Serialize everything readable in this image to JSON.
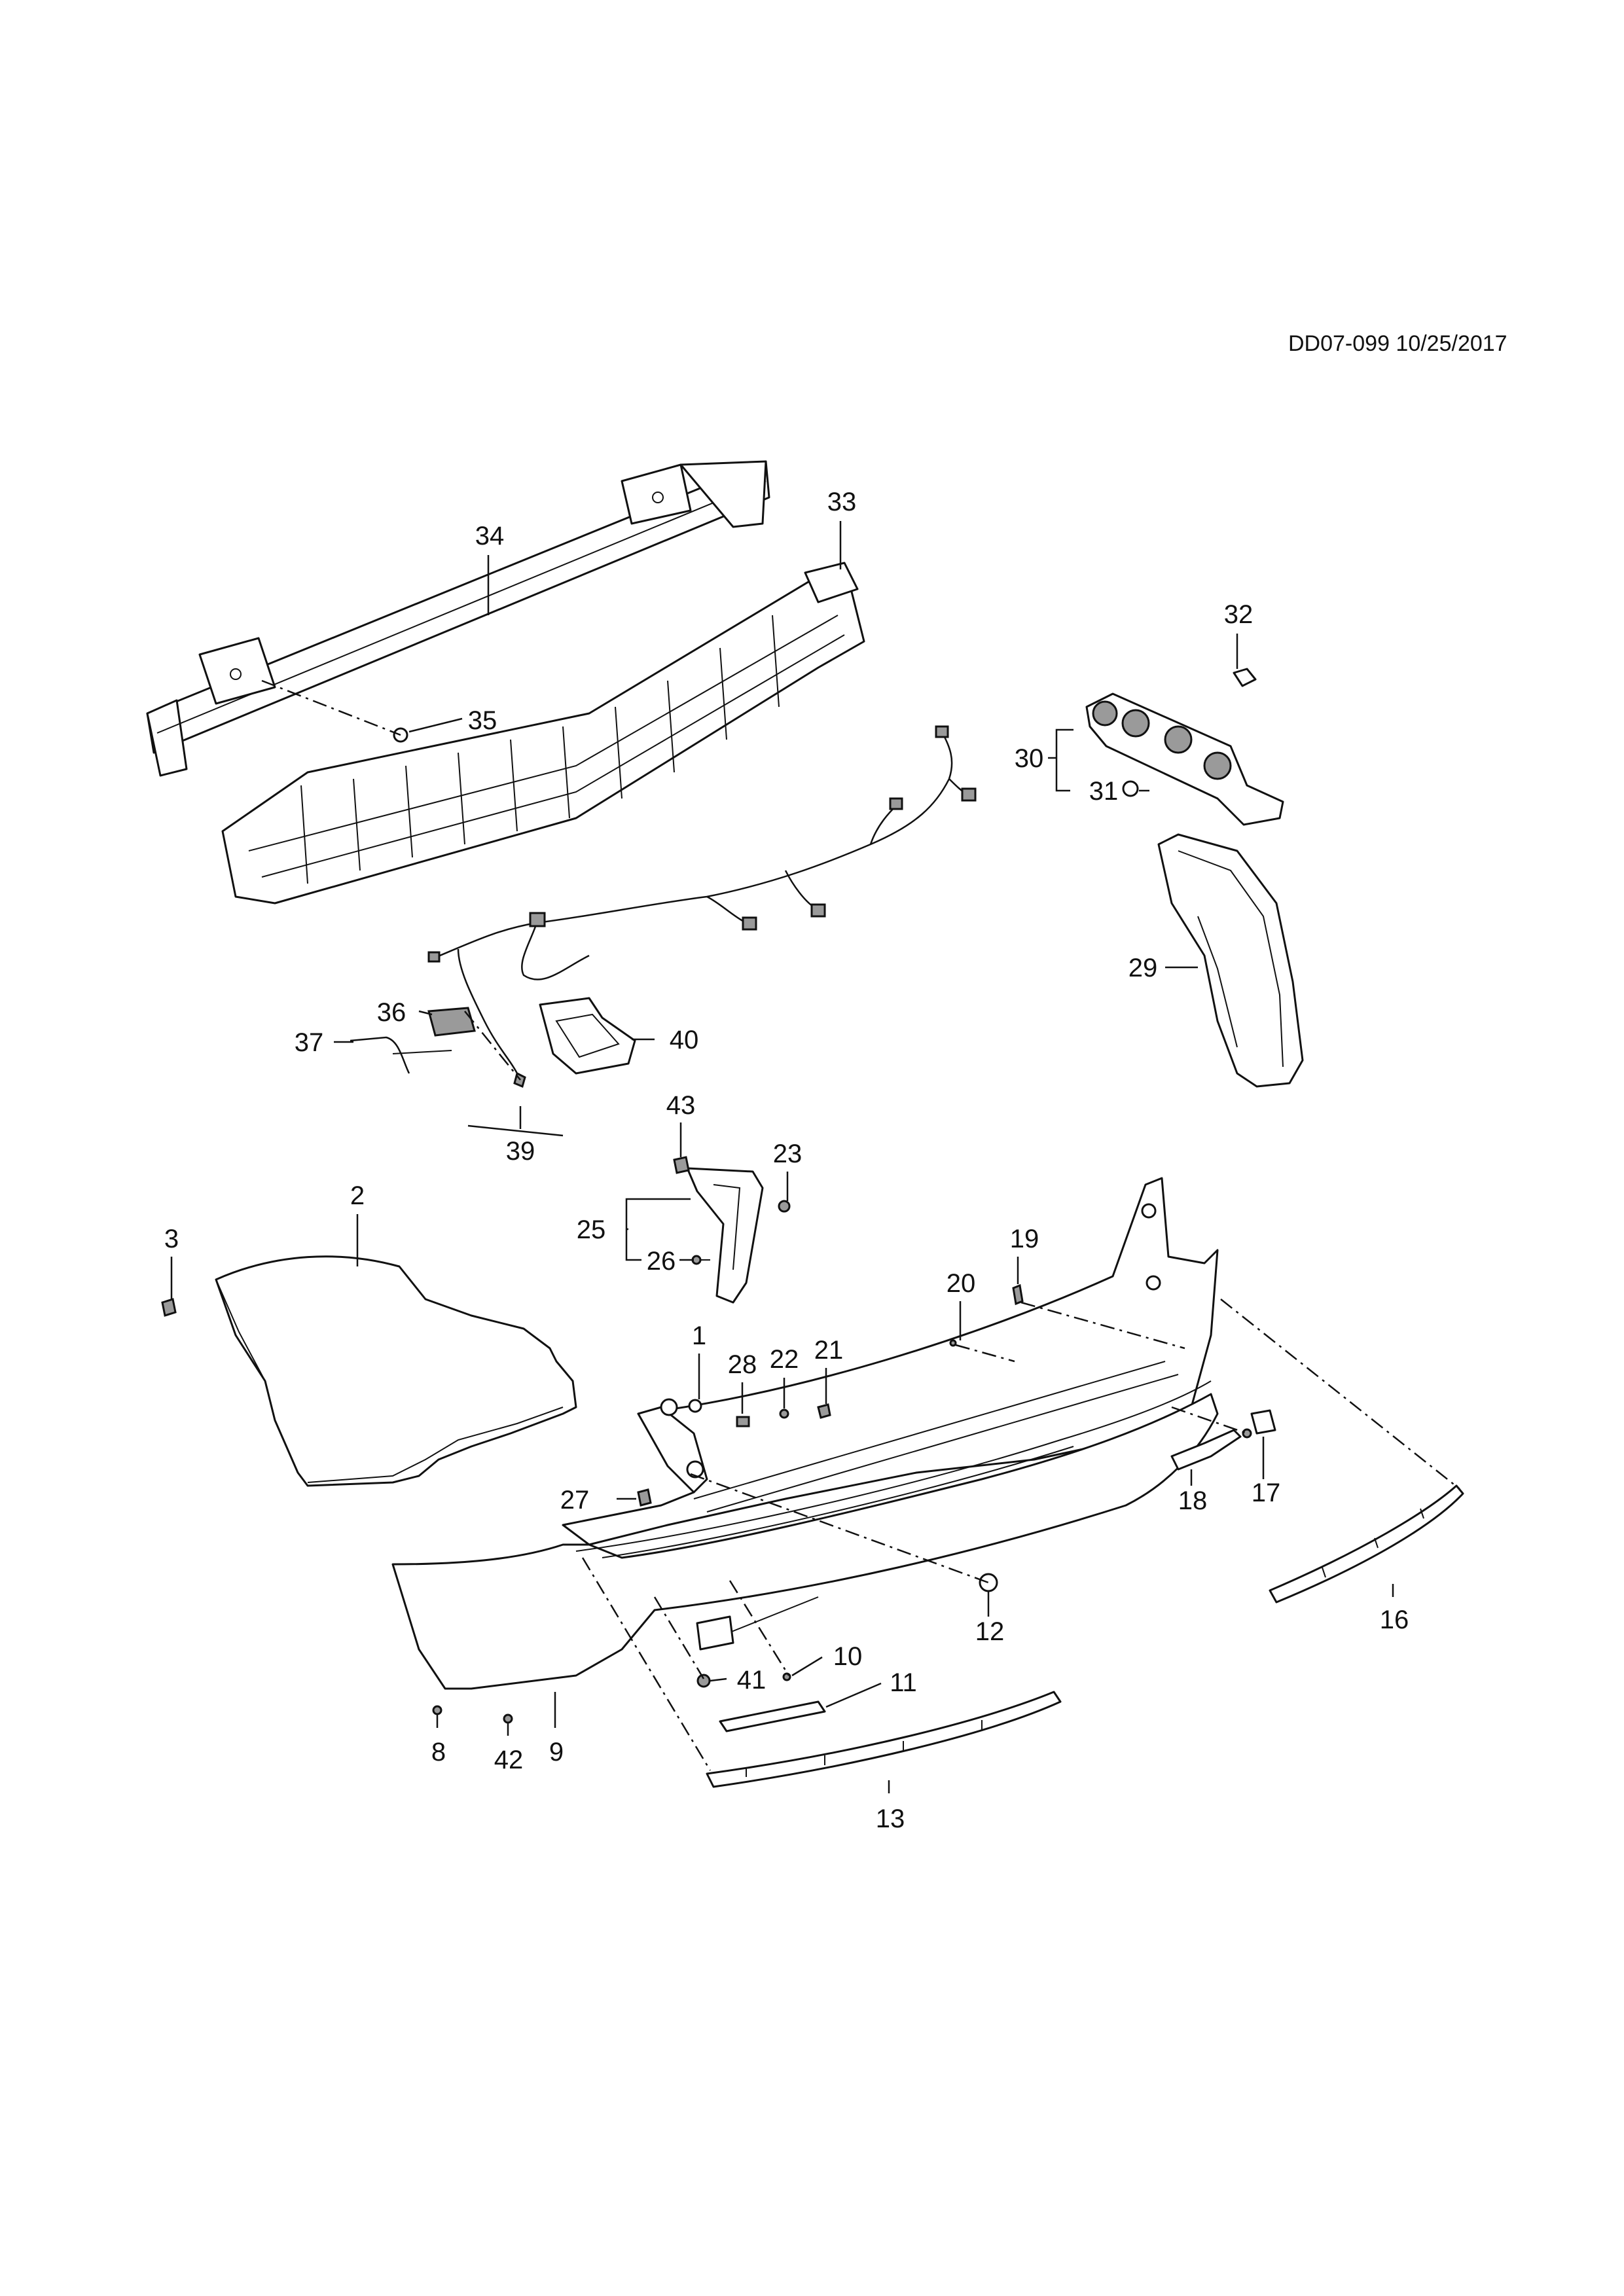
{
  "document_code": "DD07-099 10/25/2017",
  "callouts": [
    {
      "id": "c1",
      "text": "1"
    },
    {
      "id": "c2",
      "text": "2"
    },
    {
      "id": "c3",
      "text": "3"
    },
    {
      "id": "c8",
      "text": "8"
    },
    {
      "id": "c9",
      "text": "9"
    },
    {
      "id": "c10",
      "text": "10"
    },
    {
      "id": "c11",
      "text": "11"
    },
    {
      "id": "c12",
      "text": "12"
    },
    {
      "id": "c13",
      "text": "13"
    },
    {
      "id": "c16",
      "text": "16"
    },
    {
      "id": "c17",
      "text": "17"
    },
    {
      "id": "c18",
      "text": "18"
    },
    {
      "id": "c19",
      "text": "19"
    },
    {
      "id": "c20",
      "text": "20"
    },
    {
      "id": "c21",
      "text": "21"
    },
    {
      "id": "c22",
      "text": "22"
    },
    {
      "id": "c23",
      "text": "23"
    },
    {
      "id": "c25",
      "text": "25"
    },
    {
      "id": "c26",
      "text": "26"
    },
    {
      "id": "c27",
      "text": "27"
    },
    {
      "id": "c28",
      "text": "28"
    },
    {
      "id": "c29",
      "text": "29"
    },
    {
      "id": "c30",
      "text": "30"
    },
    {
      "id": "c31",
      "text": "31"
    },
    {
      "id": "c32",
      "text": "32"
    },
    {
      "id": "c33",
      "text": "33"
    },
    {
      "id": "c34",
      "text": "34"
    },
    {
      "id": "c35",
      "text": "35"
    },
    {
      "id": "c36",
      "text": "36"
    },
    {
      "id": "c37",
      "text": "37"
    },
    {
      "id": "c39",
      "text": "39"
    },
    {
      "id": "c40",
      "text": "40"
    },
    {
      "id": "c41",
      "text": "41"
    },
    {
      "id": "c42",
      "text": "42"
    },
    {
      "id": "c43",
      "text": "43"
    }
  ]
}
